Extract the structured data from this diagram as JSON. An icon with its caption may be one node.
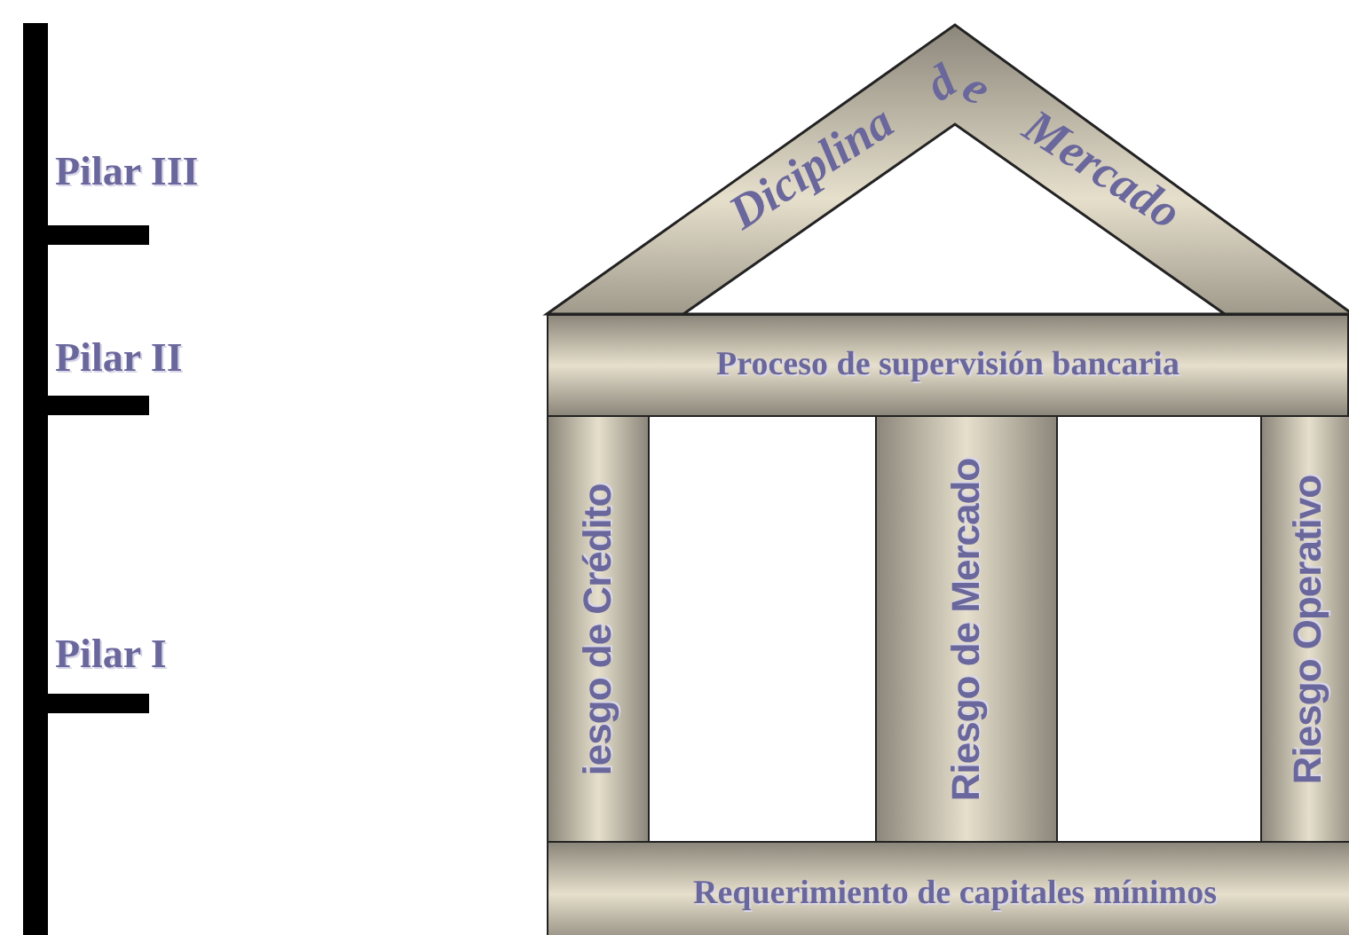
{
  "diagram": {
    "nodes": [
      {
        "text": [
          "Diciplina de Mercado"
        ]
      },
      {
        "text": [
          "Proceso de supervisión bancaria"
        ]
      },
      {
        "text": [
          "iesgo de Crédito"
        ]
      },
      {
        "text": [
          "Riesgo de Mercado"
        ]
      },
      {
        "text": [
          "Riesgo Operativo"
        ]
      },
      {
        "text": [
          "Requerimiento de capitales mínimos"
        ]
      }
    ],
    "labels": [
      "Pilar III",
      "Pilar II",
      "Pilar I"
    ]
  }
}
